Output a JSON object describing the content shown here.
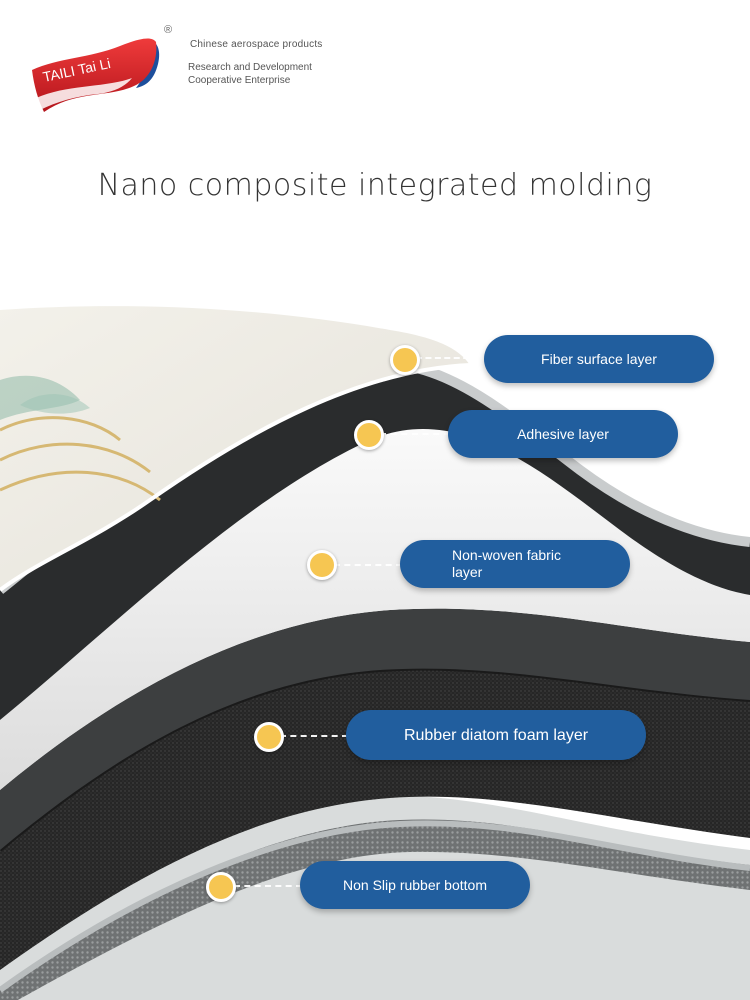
{
  "brand": {
    "logo_text": "TAILI Tai Li",
    "registered_mark": "®",
    "tagline_1": "Chinese aerospace products",
    "tagline_2_line1": "Research and Development",
    "tagline_2_line2": "Cooperative Enterprise"
  },
  "headline": "Nano composite integrated molding",
  "colors": {
    "pill": "#215e9e",
    "dot": "#f6c652",
    "logo_red": "#d8222a",
    "logo_blue": "#1d4f9c"
  },
  "callouts": [
    {
      "label_line1": "Fiber surface layer",
      "label_line2": ""
    },
    {
      "label_line1": "Adhesive layer",
      "label_line2": ""
    },
    {
      "label_line1": "Non-woven fabric",
      "label_line2": "layer"
    },
    {
      "label_line1": "Rubber diatom foam layer",
      "label_line2": ""
    },
    {
      "label_line1": "Non Slip rubber bottom",
      "label_line2": ""
    }
  ]
}
